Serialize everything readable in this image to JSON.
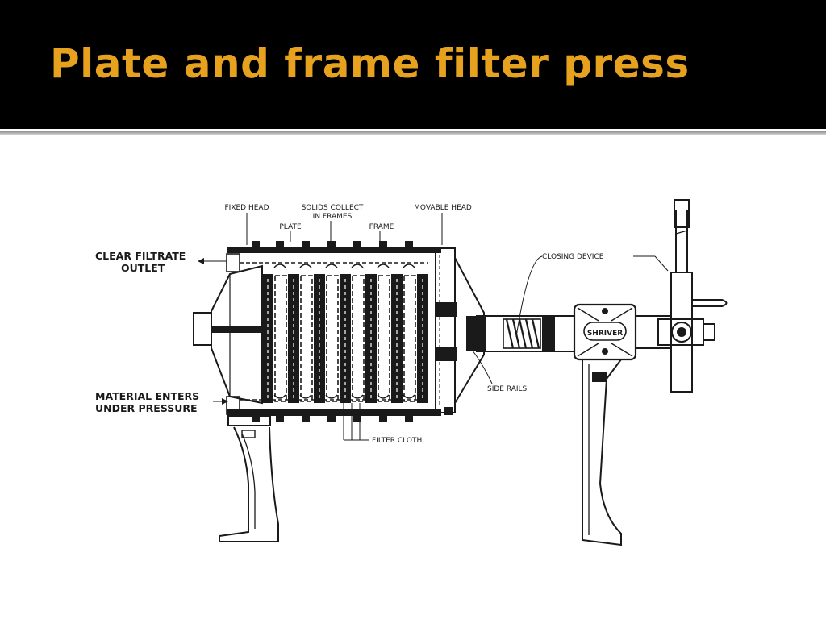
{
  "slide": {
    "title": "Plate and frame filter press"
  },
  "labels": {
    "fixed_head": "FIXED HEAD",
    "solids_collect_line1": "SOLIDS COLLECT",
    "solids_collect_line2": "IN FRAMES",
    "plate": "PLATE",
    "frame": "FRAME",
    "movable_head": "MOVABLE HEAD",
    "clear_filtrate_line1": "CLEAR FILTRATE",
    "clear_filtrate_line2": "OUTLET",
    "closing_device": "CLOSING DEVICE",
    "side_rails": "SIDE RAILS",
    "material_enters_line1": "MATERIAL ENTERS",
    "material_enters_line2": "UNDER PRESSURE",
    "filter_cloth": "FILTER CLOTH",
    "brand": "SHRIVER"
  },
  "colors": {
    "title_bar": "#000000",
    "title_text": "#e6a11e",
    "background": "#ffffff",
    "ink": "#1a1a1a"
  }
}
